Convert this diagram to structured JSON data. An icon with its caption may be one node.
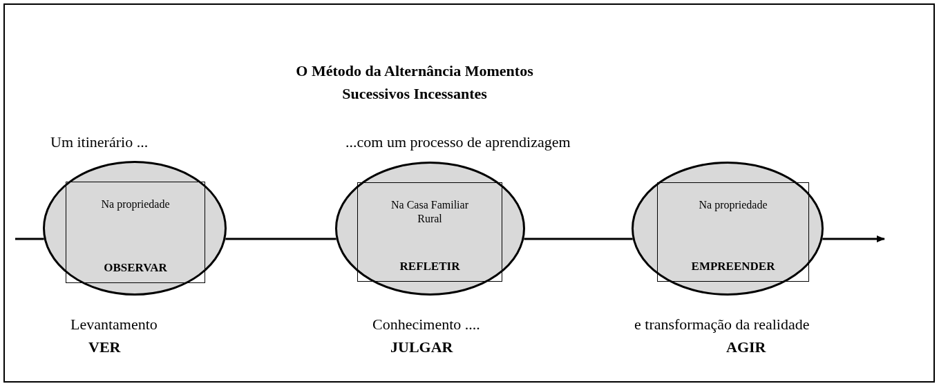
{
  "diagram": {
    "title": "O Método da Alternância Momentos Sucessivos Incessantes",
    "nodes": [
      {
        "text": [],
        "shape": "ellipse"
      },
      {
        "text": [
          "Na propriedade",
          "OBSERVAR"
        ],
        "in": 0
      },
      {
        "text": [],
        "shape": "ellipse"
      },
      {
        "text": [
          "Na Casa Familiar Rural",
          "REFLETIR"
        ],
        "in": 2
      },
      {
        "text": [],
        "shape": "ellipse"
      },
      {
        "text": [
          "Na propriedade",
          "EMPREENDER"
        ],
        "in": 4
      }
    ],
    "edges": [
      {
        "from": null,
        "to": 0,
        "arrow": "none"
      },
      {
        "from": 0,
        "to": 2,
        "arrow": "none"
      },
      {
        "from": 2,
        "to": 4,
        "arrow": "none"
      },
      {
        "from": 4,
        "to": null,
        "arrow": "to"
      }
    ],
    "labels": [
      "Um itinerário ...",
      "...com um processo de aprendizagem",
      "Levantamento",
      "VER",
      "Conhecimento ....",
      "JULGAR",
      "e transformação da realidade",
      "AGIR"
    ]
  }
}
